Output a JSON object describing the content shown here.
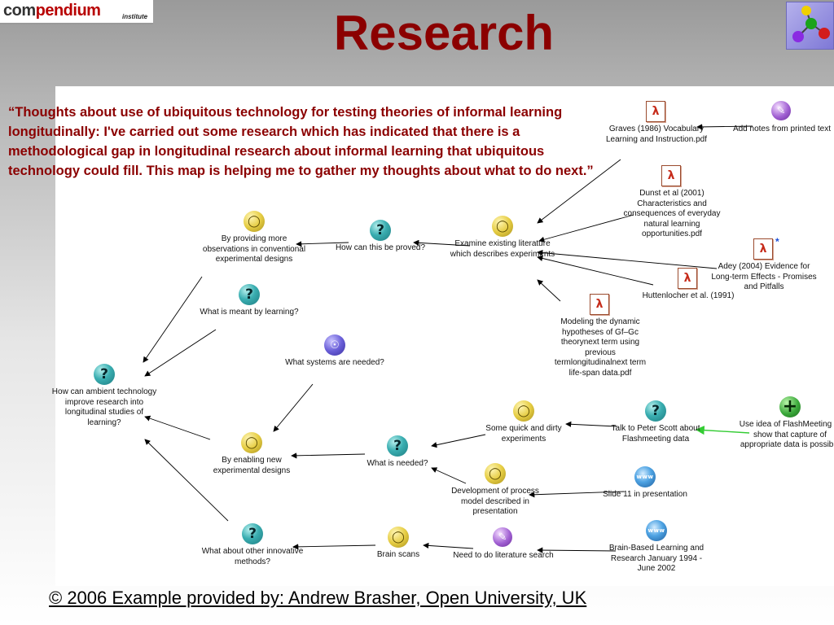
{
  "header": {
    "logo_main_prefix": "com",
    "logo_main_suffix": "pendium",
    "logo_sub": "institute",
    "title": "Research"
  },
  "quote": "“Thoughts about use of ubiquitous technology for testing theories of informal learning longitudinally: I've carried out some research which has indicated that there is a methodological gap in longitudinal research about informal learning that ubiquitous technology could fill. This map is helping me to gather my thoughts about what to do next.”",
  "map": {
    "nodes": [
      {
        "id": "ambient",
        "icon": "question",
        "label": "How can ambient technology improve research into longitudinal studies of  learning?"
      },
      {
        "id": "more_obs",
        "icon": "idea",
        "label": "By providing more observations in conventional experimental designs"
      },
      {
        "id": "meant_by",
        "icon": "question",
        "label": "What is meant by learning?"
      },
      {
        "id": "proved",
        "icon": "question",
        "label": "How can this be proved?"
      },
      {
        "id": "examine",
        "icon": "idea",
        "label": "Examine existing literature which describes experiments"
      },
      {
        "id": "systems",
        "icon": "map",
        "label": "What systems are needed?"
      },
      {
        "id": "new_designs",
        "icon": "idea",
        "label": "By enabling new experimental designs"
      },
      {
        "id": "needed",
        "icon": "question",
        "label": "What is needed?"
      },
      {
        "id": "other_methods",
        "icon": "question",
        "label": "What about other innovative methods?"
      },
      {
        "id": "brain_scans",
        "icon": "idea",
        "label": "Brain scans"
      },
      {
        "id": "graves",
        "icon": "pdf",
        "label": "Graves (1986) Vocabulary Learning and Instruction.pdf"
      },
      {
        "id": "add_notes",
        "icon": "note",
        "label": "Add notes from printed text"
      },
      {
        "id": "dunst",
        "icon": "pdf",
        "label": "Dunst et al (2001) Characteristics and consequences of everyday natural learning opportunities.pdf"
      },
      {
        "id": "adey",
        "icon": "pdf",
        "label": "Adey (2004) Evidence for Long-term Effects - Promises and Pitfalls"
      },
      {
        "id": "huttenlocher",
        "icon": "pdf",
        "label": "Huttenlocher et al. (1991)"
      },
      {
        "id": "modeling",
        "icon": "pdf",
        "label": "Modeling the dynamic hypotheses of Gf–Gc theorynext term using previous termlongitudinalnext term life-span data.pdf"
      },
      {
        "id": "quick_dirty",
        "icon": "idea",
        "label": "Some quick and dirty experiments"
      },
      {
        "id": "talk_scott",
        "icon": "question",
        "label": "Talk to Peter Scott about Flashmeeting data"
      },
      {
        "id": "flashmeeting",
        "icon": "plus",
        "label": "Use idea of FlashMeeting to show that capture  of appropriate data is possible"
      },
      {
        "id": "process_model",
        "icon": "idea",
        "label": "Development of process model described in presentation"
      },
      {
        "id": "slide11",
        "icon": "www",
        "label": "Slide 11 in presentation"
      },
      {
        "id": "need_lit",
        "icon": "note",
        "label": "Need to do literature search"
      },
      {
        "id": "brain_based",
        "icon": "www",
        "label": "Brain-Based Learning and Research January 1994 - June 2002"
      }
    ],
    "links": [
      [
        "more_obs",
        "ambient"
      ],
      [
        "meant_by",
        "ambient"
      ],
      [
        "new_designs",
        "ambient"
      ],
      [
        "other_methods",
        "ambient"
      ],
      [
        "proved",
        "more_obs"
      ],
      [
        "examine",
        "proved"
      ],
      [
        "graves",
        "examine"
      ],
      [
        "add_notes",
        "graves"
      ],
      [
        "dunst",
        "examine"
      ],
      [
        "adey",
        "examine"
      ],
      [
        "huttenlocher",
        "examine"
      ],
      [
        "modeling",
        "examine"
      ],
      [
        "systems",
        "new_designs"
      ],
      [
        "needed",
        "new_designs"
      ],
      [
        "quick_dirty",
        "needed"
      ],
      [
        "talk_scott",
        "quick_dirty"
      ],
      [
        "flashmeeting",
        "talk_scott"
      ],
      [
        "process_model",
        "needed"
      ],
      [
        "slide11",
        "process_model"
      ],
      [
        "brain_scans",
        "other_methods"
      ],
      [
        "need_lit",
        "brain_scans"
      ],
      [
        "brain_based",
        "need_lit"
      ]
    ],
    "highlight_link": [
      "flashmeeting",
      "talk_scott"
    ],
    "colors": {
      "link": "#000000",
      "highlight_link": "#33cc33"
    }
  },
  "footer": "© 2006 Example provided by: Andrew Brasher, Open University, UK"
}
